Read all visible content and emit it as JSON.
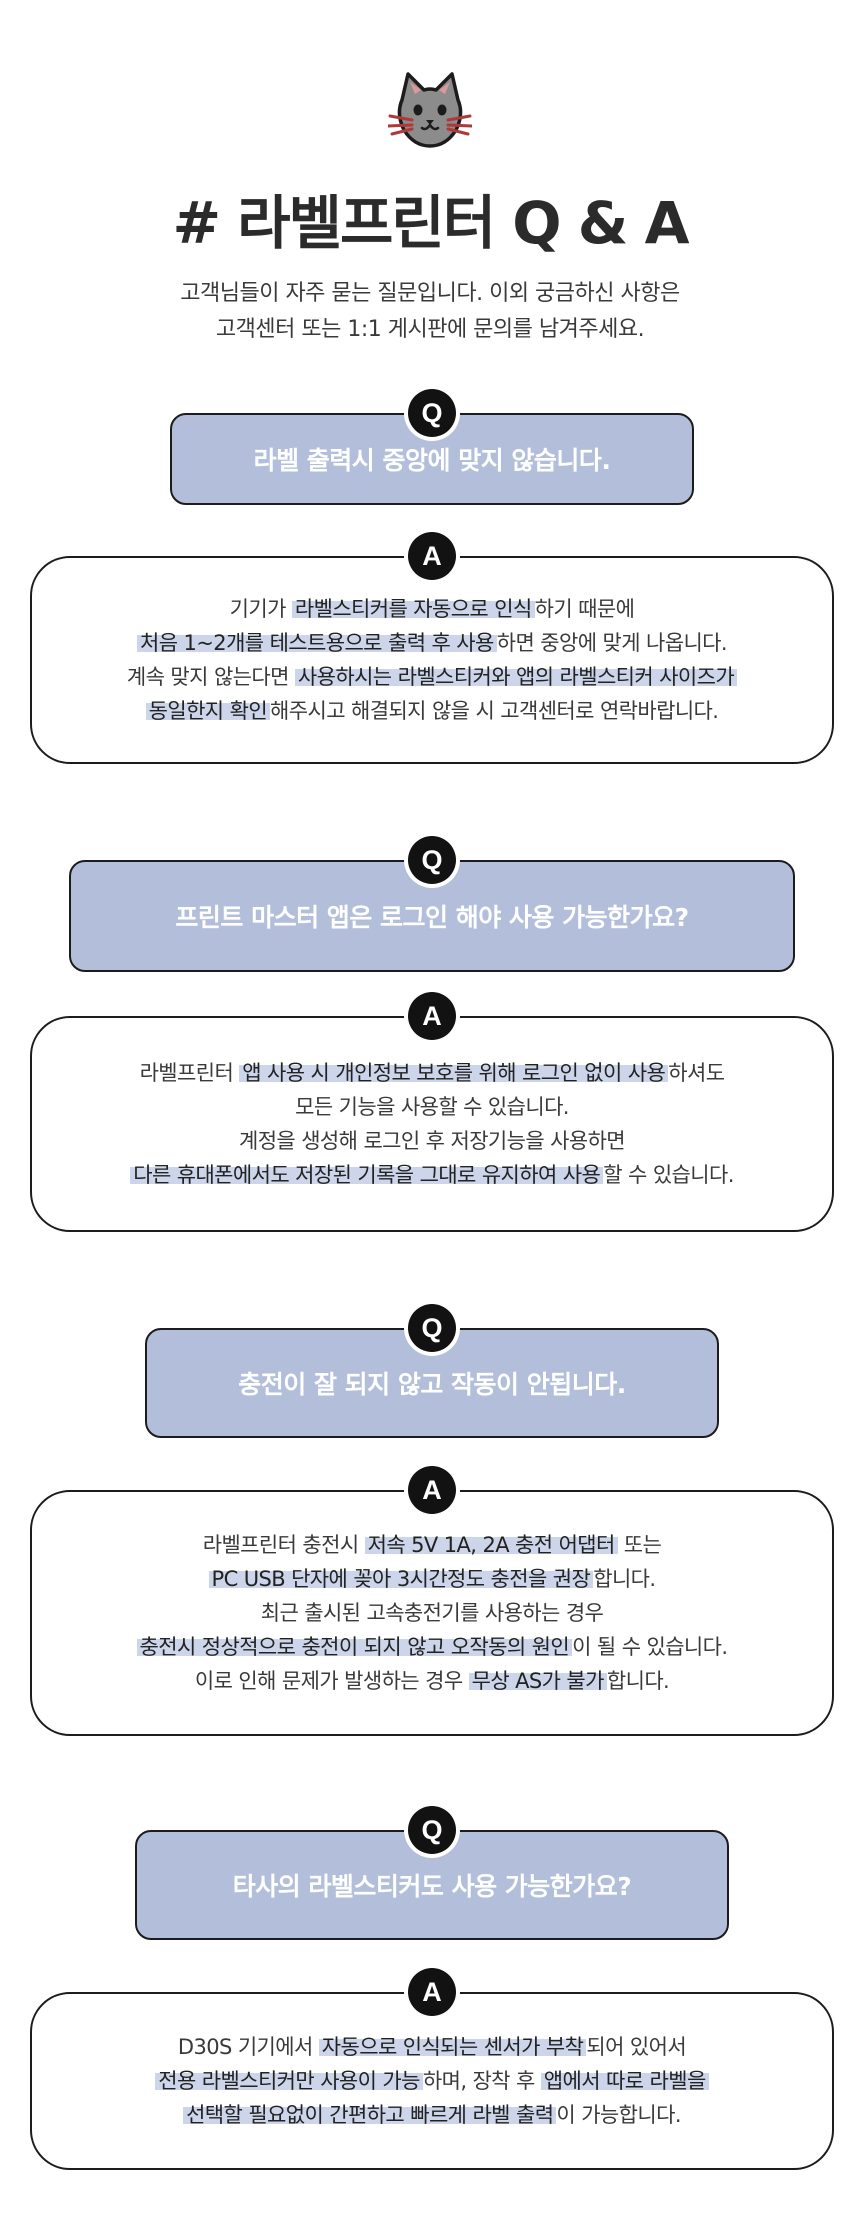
{
  "header": {
    "title": "# 라벨프린터 Q & A",
    "intro_lines": [
      "고객님들이 자주 묻는 질문입니다. 이외 궁금하신 사항은",
      "고객센터 또는 1:1 게시판에 문의를 남겨주세요."
    ]
  },
  "badges": {
    "q": "Q",
    "a": "A"
  },
  "faq": [
    {
      "question": "라벨 출력시 중앙에 맞지 않습니다.",
      "answer": [
        [
          {
            "t": "기기가 "
          },
          {
            "t": "라벨스티커를 자동으로 인식",
            "hl": true
          },
          {
            "t": "하기 때문에"
          }
        ],
        [
          {
            "t": "처음 1~2개를 테스트용으로 출력 후 사용",
            "hl": true
          },
          {
            "t": "하면 중앙에 맞게 나옵니다."
          }
        ],
        [
          {
            "t": "계속 맞지 않는다면 "
          },
          {
            "t": "사용하시는 라벨스티커와 앱의 라벨스티커 사이즈가",
            "hl": true
          }
        ],
        [
          {
            "t": "동일한지 확인",
            "hl": true
          },
          {
            "t": "해주시고 해결되지 않을 시 고객센터로 연락바랍니다."
          }
        ]
      ]
    },
    {
      "question": "프린트 마스터 앱은 로그인 해야 사용 가능한가요?",
      "answer": [
        [
          {
            "t": "라벨프린터 "
          },
          {
            "t": "앱 사용 시 개인정보 보호를 위해 로그인 없이 사용",
            "hl": true
          },
          {
            "t": "하셔도"
          }
        ],
        [
          {
            "t": "모든 기능을 사용할 수 있습니다."
          }
        ],
        [
          {
            "t": "계정을 생성해 로그인 후 저장기능을 사용하면"
          }
        ],
        [
          {
            "t": "다른 휴대폰에서도 저장된 기록을 그대로 유지하여 사용",
            "hl": true
          },
          {
            "t": "할 수 있습니다."
          }
        ]
      ]
    },
    {
      "question": "충전이 잘 되지 않고 작동이 안됩니다.",
      "answer": [
        [
          {
            "t": "라벨프린터 충전시 "
          },
          {
            "t": "저속 5V 1A, 2A 충전 어댑터",
            "hl": true
          },
          {
            "t": " 또는"
          }
        ],
        [
          {
            "t": "PC USB 단자에 꽂아 3시간정도 충전을 권장",
            "hl": true
          },
          {
            "t": "합니다."
          }
        ],
        [
          {
            "t": "최근 출시된 고속충전기를 사용하는 경우"
          }
        ],
        [
          {
            "t": "충전시 정상적으로 충전이 되지 않고 오작동의 원인",
            "hl": true
          },
          {
            "t": "이 될 수 있습니다."
          }
        ],
        [
          {
            "t": "이로 인해 문제가 발생하는 경우 "
          },
          {
            "t": "무상 AS가 불가",
            "hl": true
          },
          {
            "t": "합니다."
          }
        ]
      ]
    },
    {
      "question": "타사의 라벨스티커도 사용 가능한가요?",
      "answer": [
        [
          {
            "t": "D30S 기기에서 "
          },
          {
            "t": "자동으로 인식되는 센서가 부착",
            "hl": true
          },
          {
            "t": "되어 있어서"
          }
        ],
        [
          {
            "t": "전용 라벨스티커만 사용이 가능",
            "hl": true
          },
          {
            "t": "하며, 장착 후 "
          },
          {
            "t": "앱에서 따로 라벨을",
            "hl": true
          }
        ],
        [
          {
            "t": "선택할 필요없이 간편하고 빠르게 라벨 출력",
            "hl": true
          },
          {
            "t": "이 가능합니다."
          }
        ]
      ]
    }
  ]
}
